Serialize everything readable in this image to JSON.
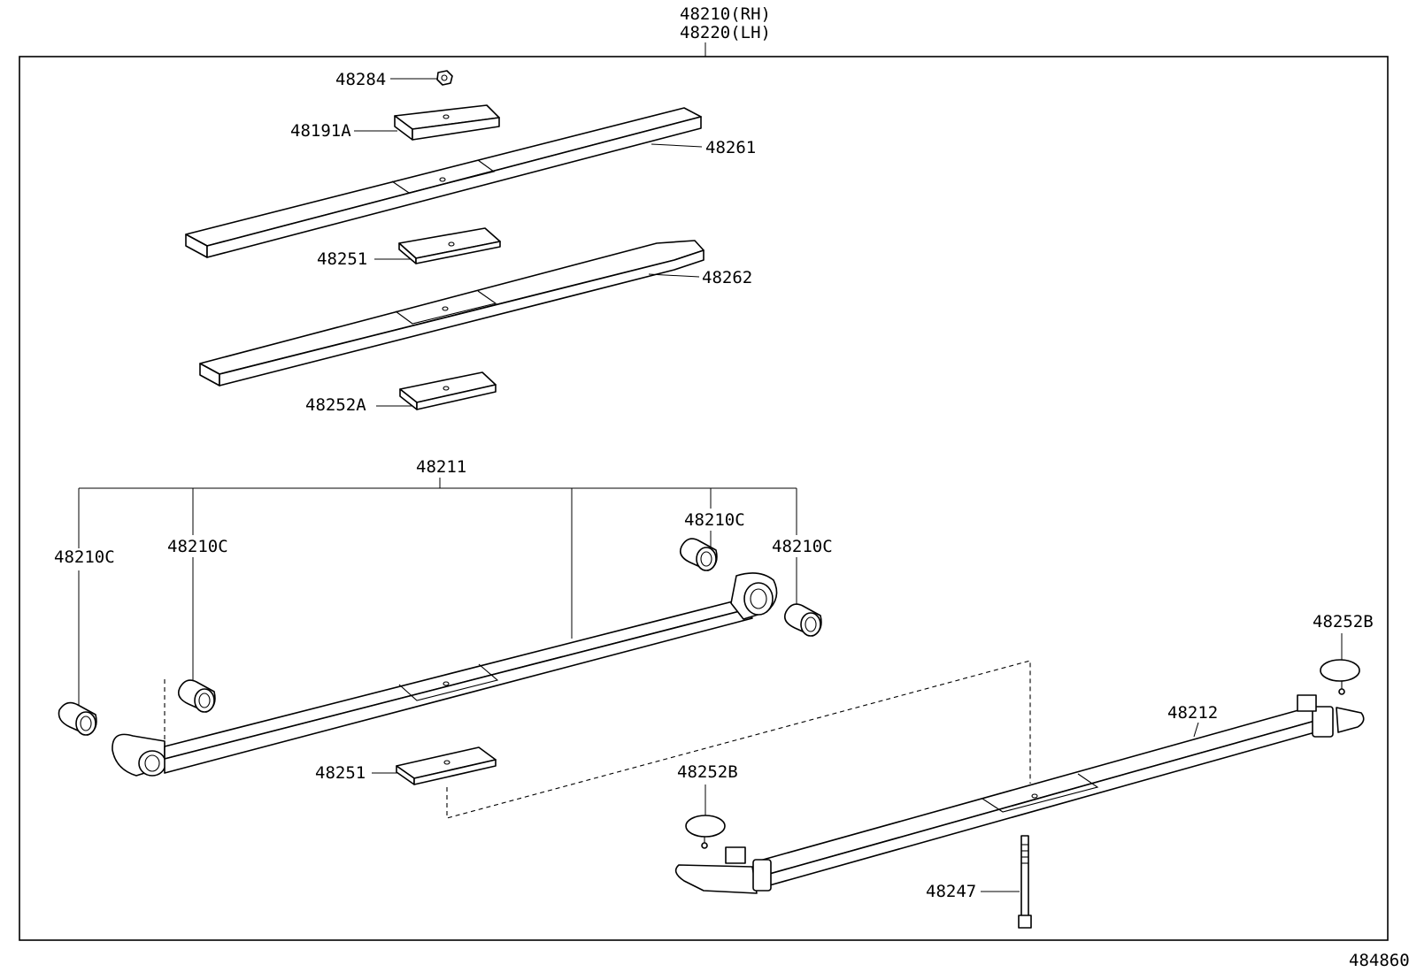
{
  "assembly": {
    "rh_label": "48210(RH)",
    "lh_label": "48220(LH)"
  },
  "callouts": {
    "nut": "48284",
    "pad_top": "48191A",
    "leaf_1": "48261",
    "insert_1": "48251",
    "leaf_2": "48262",
    "insert_2": "48252A",
    "main_leaf": "48211",
    "bushing_far_left": "48210C",
    "bushing_left": "48210C",
    "bushing_right_upper": "48210C",
    "bushing_right": "48210C",
    "insert_3": "48251",
    "button_right": "48252B",
    "helper_leaf": "48212",
    "button_left": "48252B",
    "center_bolt": "48247"
  },
  "figure_id": "484860"
}
